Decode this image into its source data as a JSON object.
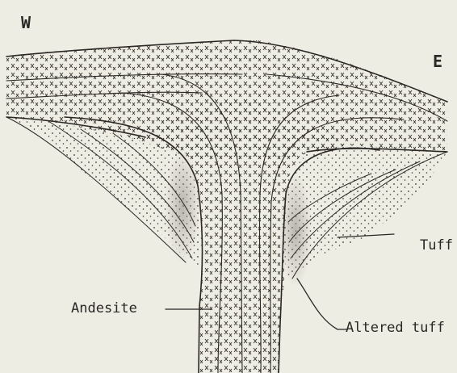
{
  "orientation": {
    "west": "W",
    "east": "E"
  },
  "labels": {
    "andesite": "Andesite",
    "tuff": "Tuff",
    "altered_tuff": "Altered tuff"
  },
  "colors": {
    "paper": "#eeede4",
    "ink": "#2a2724"
  }
}
